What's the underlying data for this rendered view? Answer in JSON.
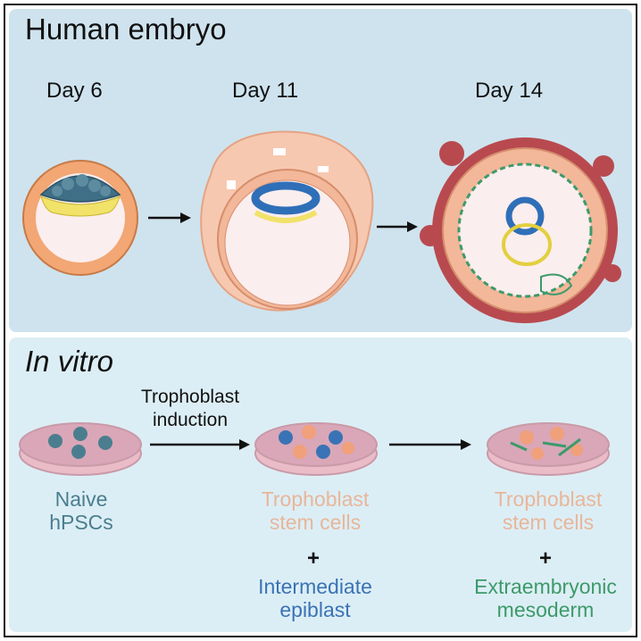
{
  "sections": {
    "top_title": "Human embryo",
    "bottom_title": "In vitro"
  },
  "days": {
    "day6": "Day 6",
    "day11": "Day 11",
    "day14": "Day 14"
  },
  "induction": {
    "line1": "Trophoblast",
    "line2": "induction"
  },
  "dishes": {
    "naive": {
      "line1": "Naive",
      "line2": "hPSCs",
      "color": "#4a7e8f"
    },
    "tsc1": {
      "line1": "Trophoblast",
      "line2": "stem cells",
      "color": "#e8b69a"
    },
    "epi": {
      "line1": "Intermediate",
      "line2": "epiblast",
      "color": "#3a73b5"
    },
    "tsc2": {
      "line1": "Trophoblast",
      "line2": "stem cells",
      "color": "#e8b69a"
    },
    "meso": {
      "line1": "Extraembryonic",
      "line2": "mesoderm",
      "color": "#3c9a6a"
    }
  },
  "plus": "+"
}
